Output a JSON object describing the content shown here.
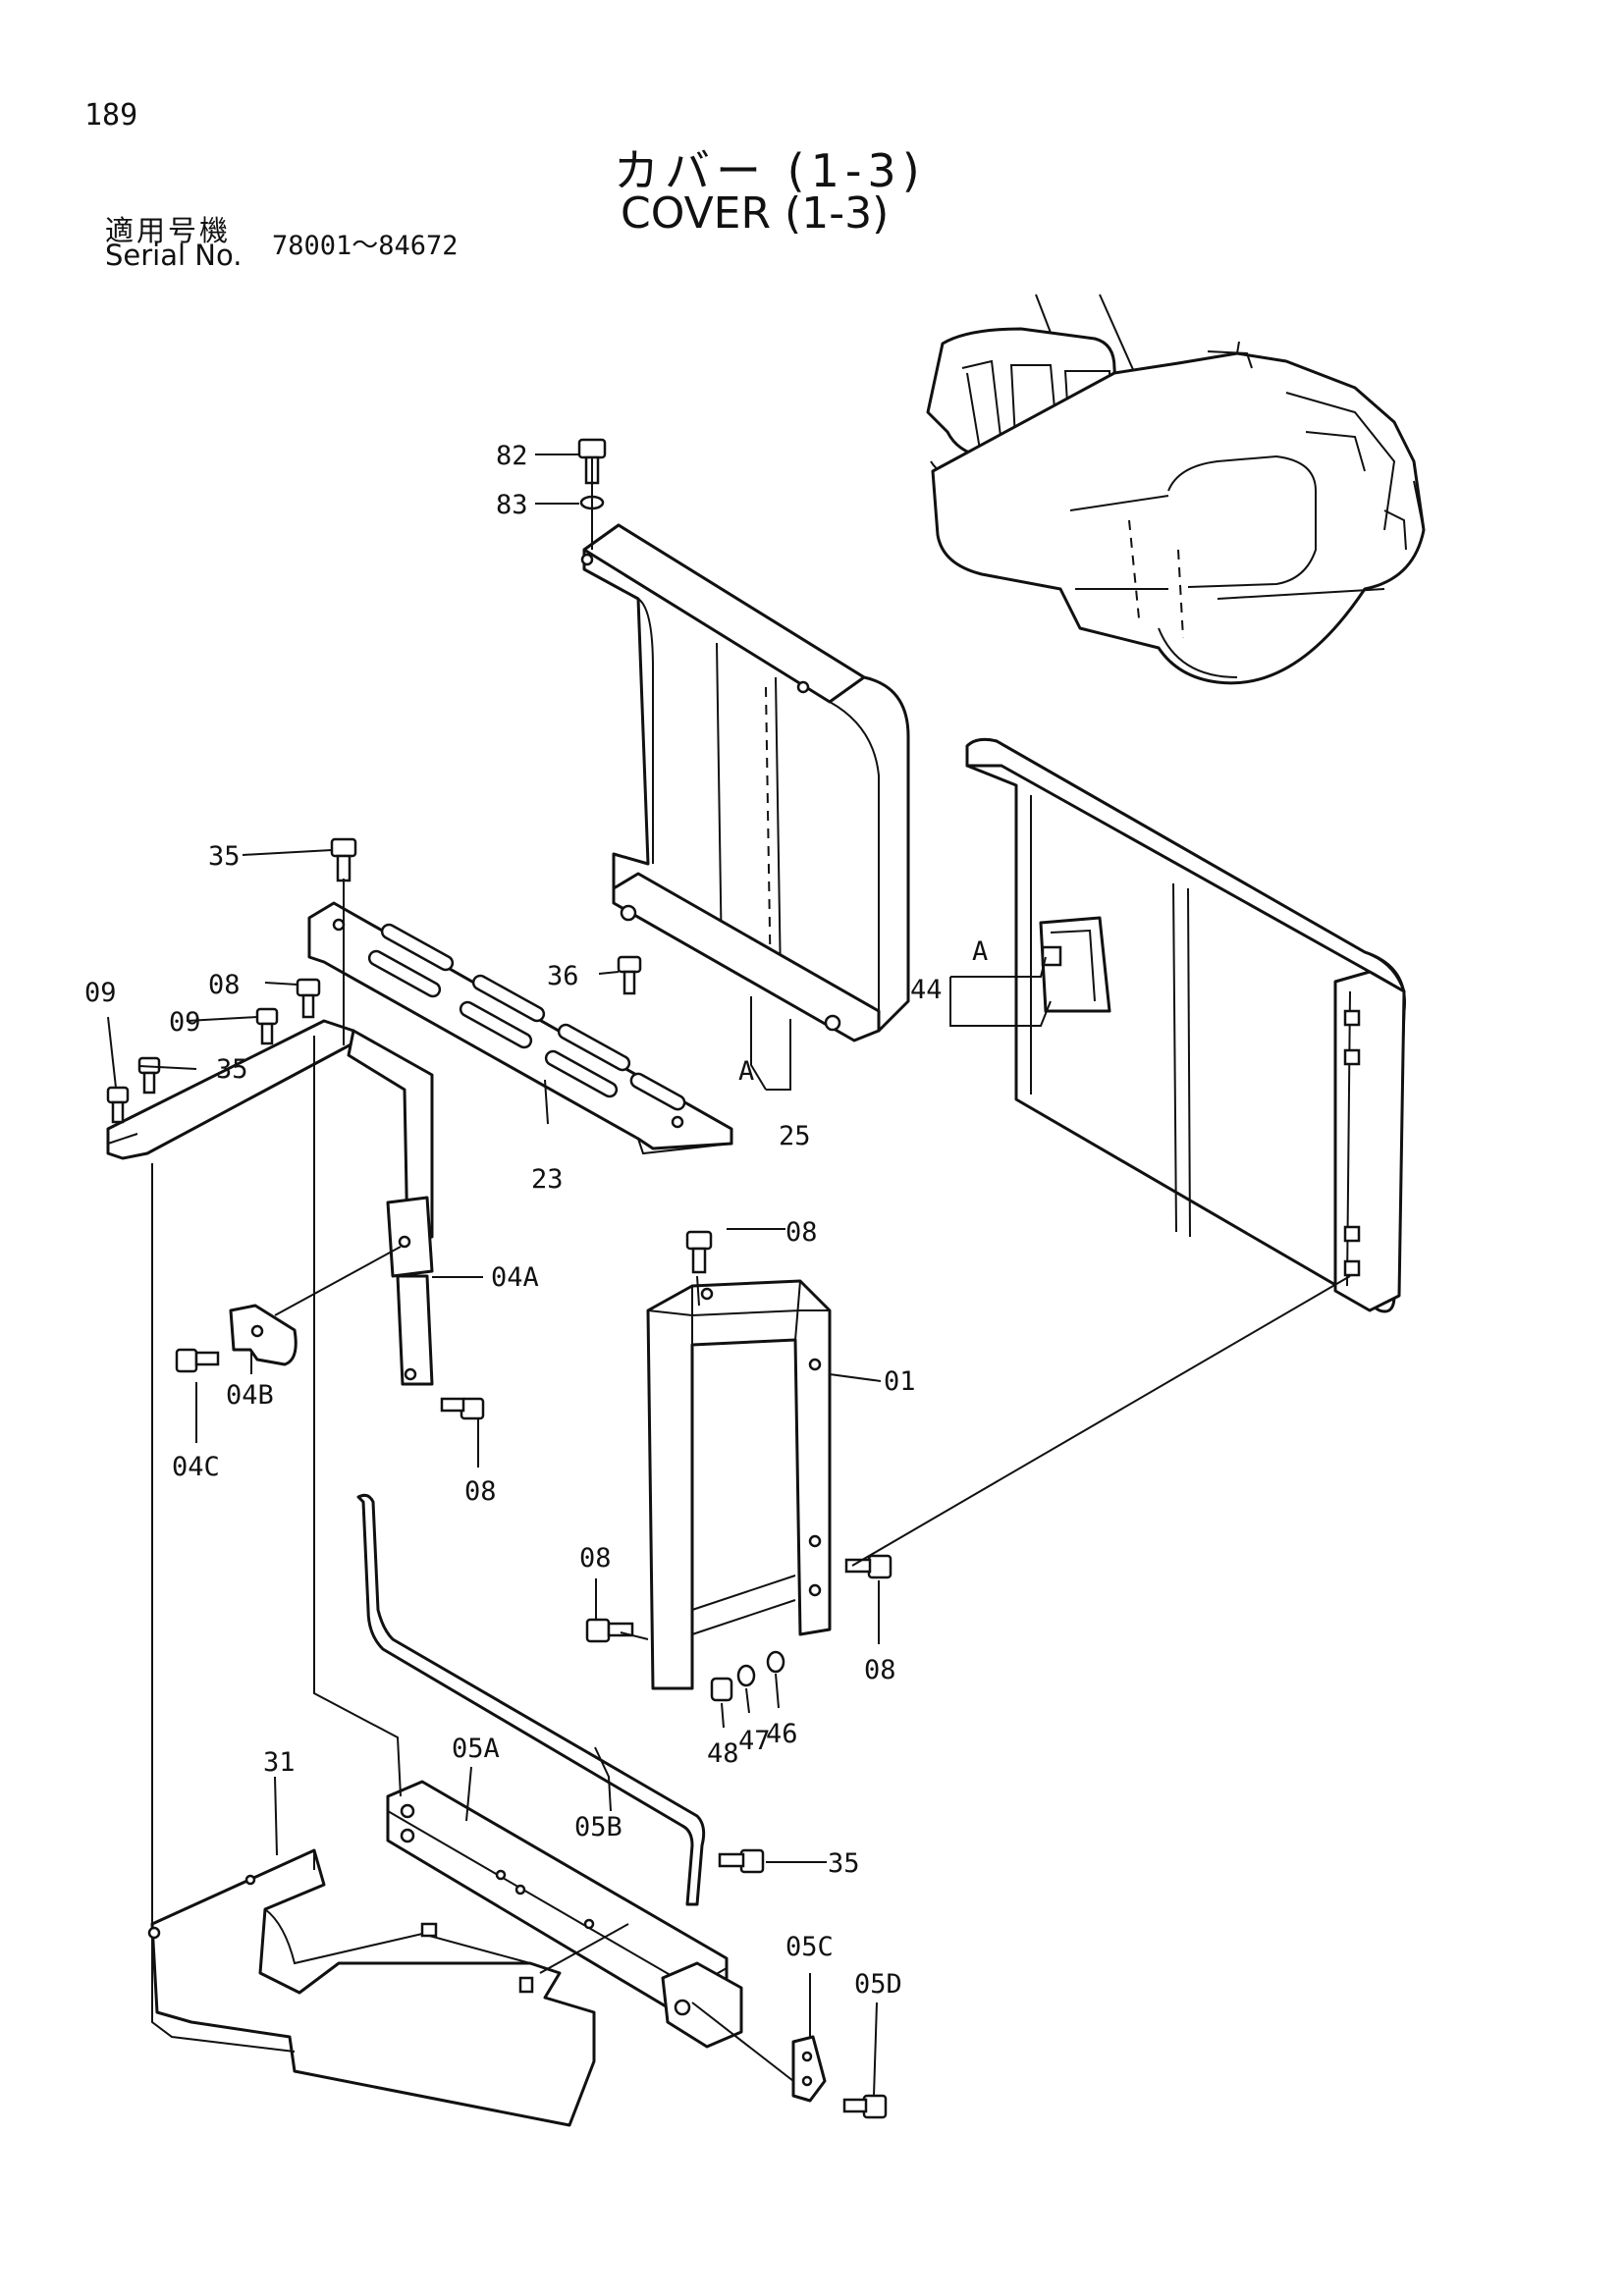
{
  "page": {
    "number": "189",
    "title_jp": "カバー (1-3)",
    "title_en": "COVER (1-3)",
    "serial_label_jp": "適用号機",
    "serial_label_en": "Serial No.",
    "serial_range": "78001～84672"
  },
  "callouts": {
    "c82": "82",
    "c83": "83",
    "c35a": "35",
    "c36": "36",
    "c09a": "09",
    "c08a": "08",
    "c09b": "09",
    "c35b": "35",
    "c23": "23",
    "cA1": "A",
    "c25": "25",
    "cA2": "A",
    "c44": "44",
    "c04A": "04A",
    "c04B": "04B",
    "c04C": "04C",
    "c08b": "08",
    "c08c": "08",
    "c01": "01",
    "c08d": "08",
    "c08e": "08",
    "c48": "48",
    "c47": "47",
    "c46": "46",
    "c31": "31",
    "c05A": "05A",
    "c05B": "05B",
    "c35c": "35",
    "c05C": "05C",
    "c05D": "05D"
  }
}
